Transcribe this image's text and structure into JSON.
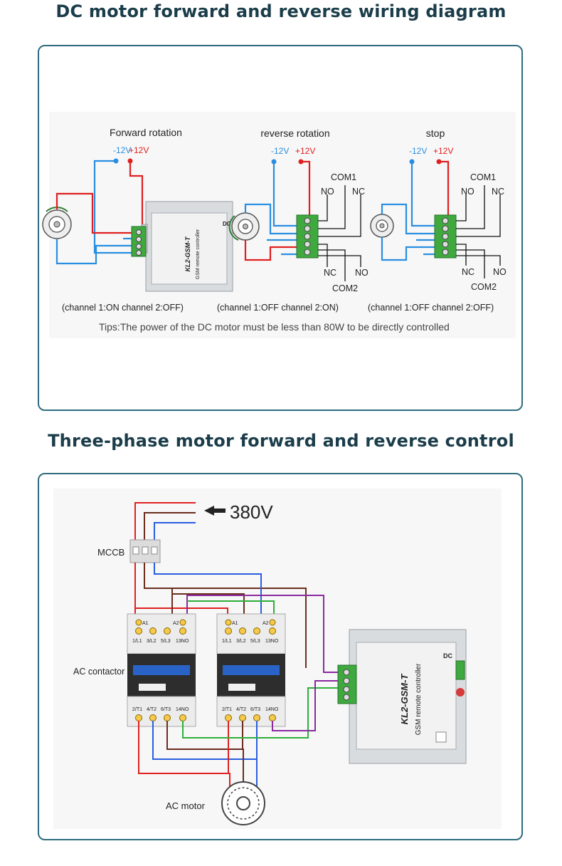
{
  "section1": {
    "title": "DC motor forward and reverse wiring diagram",
    "diagrams": [
      {
        "title": "Forward rotation",
        "neg": "-12V",
        "pos": "+12V",
        "caption": "(channel 1:ON   channel 2:OFF)"
      },
      {
        "title": "reverse rotation",
        "neg": "-12V",
        "pos": "+12V",
        "caption": "(channel 1:OFF   channel 2:ON)"
      },
      {
        "title": "stop",
        "neg": "-12V",
        "pos": "+12V",
        "caption": "(channel 1:OFF   channel 2:OFF)"
      }
    ],
    "terminals": {
      "com1": "COM1",
      "com2": "COM2",
      "no": "NO",
      "nc": "NC"
    },
    "device": {
      "model": "KL2-GSM-T",
      "name": "GSM remote controller",
      "dc": "DC"
    },
    "tips": "Tips:The power of the DC motor must be less than 80W to be directly controlled"
  },
  "section2": {
    "title": "Three-phase motor forward and reverse control",
    "voltage": "380V",
    "mccb": "MCCB",
    "ac_contactor": "AC contactor",
    "ac_motor": "AC motor",
    "contactor_terminals_top": [
      "A1",
      "1/L1",
      "3/L2",
      "5/L3",
      "13NO",
      "A2"
    ],
    "contactor_terminals_bottom": [
      "2/T1",
      "4/T2",
      "6/T3",
      "14NO"
    ],
    "device": {
      "model": "KL2-GSM-T",
      "name": "GSM remote controller",
      "dc": "DC"
    }
  },
  "colors": {
    "title": "#1b3d4a",
    "border": "#2e6b7e",
    "red": "#e02020",
    "blue": "#2a8ee0",
    "brown": "#6b2d1e",
    "green": "#2fae3a",
    "purple": "#8a2a9e",
    "terminal_green": "#3fa93f"
  }
}
